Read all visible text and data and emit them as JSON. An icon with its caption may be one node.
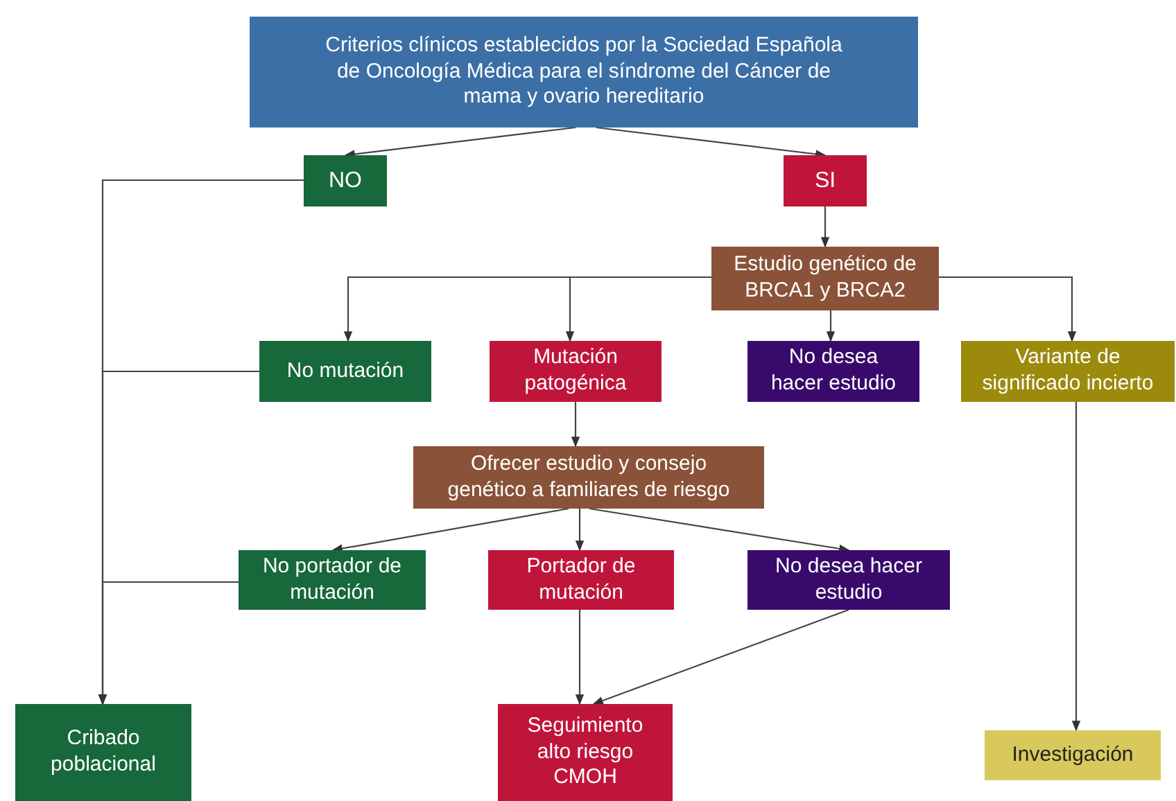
{
  "diagram": {
    "nodes": [
      {
        "text": [
          "Criterios clínicos establecidos por la Sociedad Española de Oncología Médica para el síndrome del Cáncer de mama y ovario hereditario"
        ]
      },
      {
        "text": [
          "NO"
        ]
      },
      {
        "text": [
          "SI"
        ]
      },
      {
        "text": [
          "Estudio genético de BRCA1 y BRCA2"
        ]
      },
      {
        "text": [
          "No mutación"
        ]
      },
      {
        "text": [
          "Mutación patogénica"
        ]
      },
      {
        "text": [
          "No desea hacer estudio"
        ]
      },
      {
        "text": [
          "Variante de significado incierto"
        ]
      },
      {
        "text": [
          "Ofrecer estudio y consejo genético a familiares de riesgo"
        ]
      },
      {
        "text": [
          "No portador de mutación"
        ]
      },
      {
        "text": [
          "Portador de mutación"
        ]
      },
      {
        "text": [
          "No desea hacer estudio"
        ]
      },
      {
        "text": [
          "Cribado poblacional"
        ]
      },
      {
        "text": [
          "Seguimiento alto riesgo CMOH"
        ]
      },
      {
        "text": [
          "Investigación"
        ]
      }
    ],
    "edges": [
      {
        "from": 0,
        "to": 1,
        "arrow": "to"
      },
      {
        "from": 0,
        "to": 2,
        "arrow": "to"
      },
      {
        "from": 2,
        "to": 3,
        "arrow": "to"
      },
      {
        "from": 3,
        "to": 4,
        "arrow": "to"
      },
      {
        "from": 3,
        "to": 5,
        "arrow": "to"
      },
      {
        "from": 3,
        "to": 6,
        "arrow": "to"
      },
      {
        "from": 3,
        "to": 7,
        "arrow": "to"
      },
      {
        "from": 5,
        "to": 8,
        "arrow": "to"
      },
      {
        "from": 8,
        "to": 9,
        "arrow": "to"
      },
      {
        "from": 8,
        "to": 10,
        "arrow": "to"
      },
      {
        "from": 8,
        "to": 11,
        "arrow": "to"
      },
      {
        "from": 10,
        "to": 13,
        "arrow": "to"
      },
      {
        "from": 11,
        "to": 13,
        "arrow": "to"
      },
      {
        "from": 7,
        "to": 14,
        "arrow": "to"
      },
      {
        "from": 1,
        "to": 12,
        "arrow": "to"
      },
      {
        "from": 4,
        "to": 12,
        "arrow": "to"
      },
      {
        "from": 9,
        "to": 12,
        "arrow": "to"
      }
    ]
  }
}
